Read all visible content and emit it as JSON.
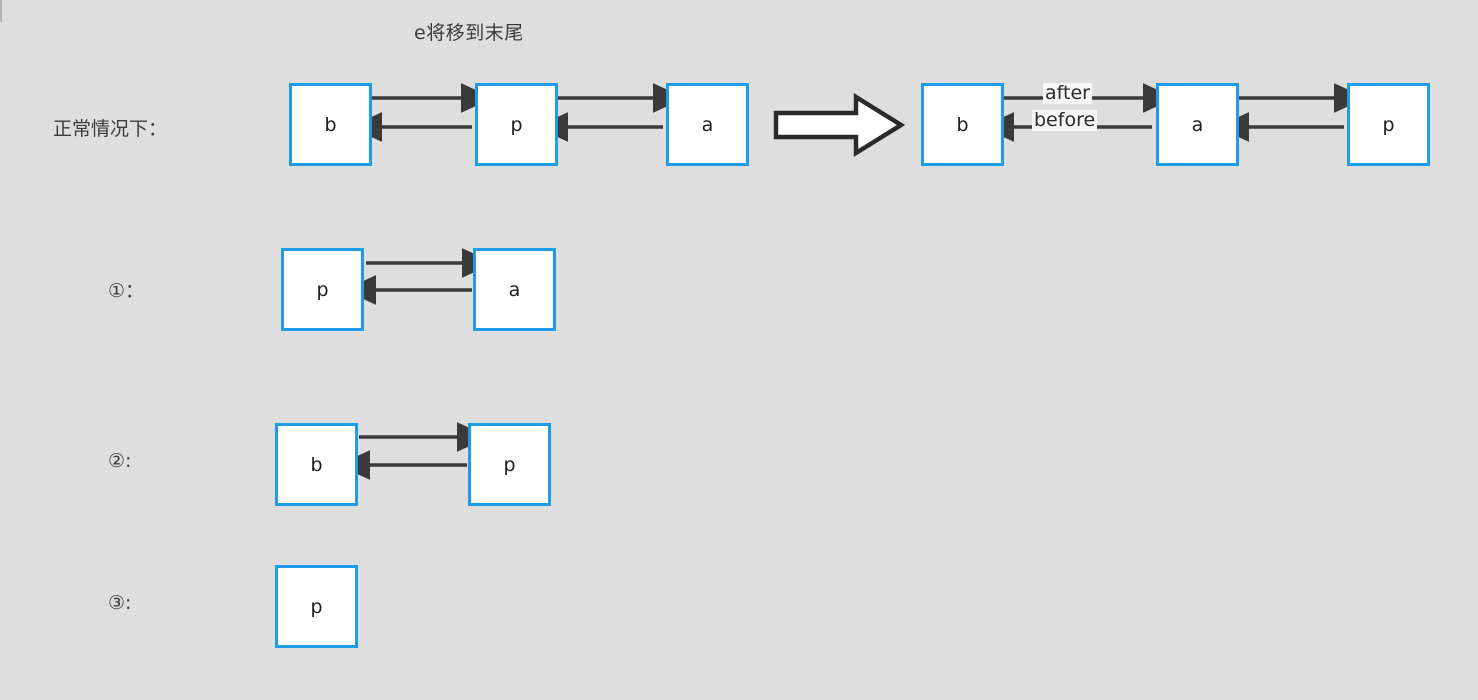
{
  "page": {
    "title": "e将移到末尾",
    "background_color": "#dedede",
    "node_border_color": "#1e9ce8",
    "node_fill_color": "#ffffff",
    "arrow_color": "#3a3a3a",
    "text_color": "#3c3c3c"
  },
  "rows": {
    "main": {
      "label": "正常情况下：",
      "before_chain": {
        "nodes": [
          {
            "id": "b1",
            "text": "b"
          },
          {
            "id": "p1",
            "text": "p"
          },
          {
            "id": "a1",
            "text": "a"
          }
        ]
      },
      "transition_icon": "block-arrow-right-icon",
      "after_chain": {
        "nodes": [
          {
            "id": "b2",
            "text": "b"
          },
          {
            "id": "a2",
            "text": "a"
          },
          {
            "id": "p2",
            "text": "p"
          }
        ],
        "edge_labels": {
          "forward": "after",
          "backward": "before"
        }
      }
    },
    "step1": {
      "label": "①：",
      "nodes": [
        {
          "id": "s1p",
          "text": "p"
        },
        {
          "id": "s1a",
          "text": "a"
        }
      ]
    },
    "step2": {
      "label": "②:",
      "nodes": [
        {
          "id": "s2b",
          "text": "b"
        },
        {
          "id": "s2p",
          "text": "p"
        }
      ]
    },
    "step3": {
      "label": "③:",
      "nodes": [
        {
          "id": "s3p",
          "text": "p"
        }
      ]
    }
  }
}
